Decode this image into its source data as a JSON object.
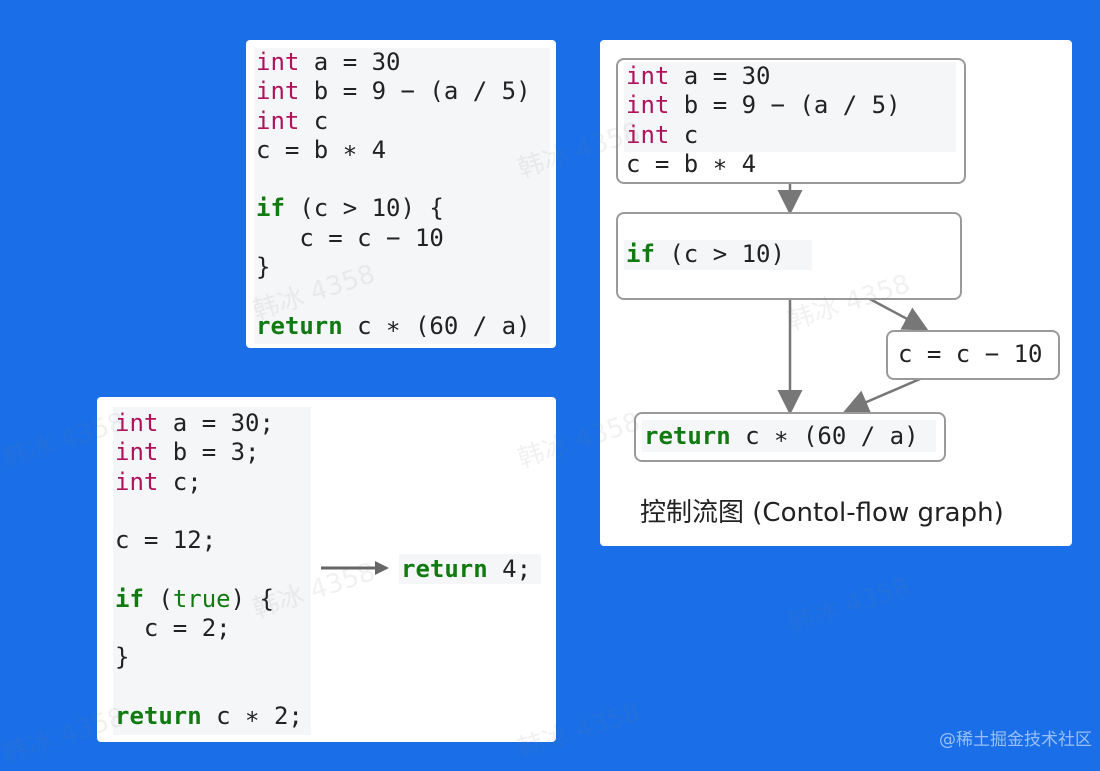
{
  "source": {
    "lines": [
      {
        "parts": [
          {
            "t": "int",
            "c": "kw"
          },
          {
            "t": " a = 30",
            "c": ""
          }
        ]
      },
      {
        "parts": [
          {
            "t": "int",
            "c": "kw"
          },
          {
            "t": " b = 9 − (a / 5)",
            "c": ""
          }
        ]
      },
      {
        "parts": [
          {
            "t": "int",
            "c": "kw"
          },
          {
            "t": " c",
            "c": ""
          }
        ]
      },
      {
        "parts": [
          {
            "t": "c = b ∗ 4",
            "c": ""
          }
        ]
      },
      {
        "parts": []
      },
      {
        "parts": [
          {
            "t": "if",
            "c": "kg"
          },
          {
            "t": " (c > 10) {",
            "c": ""
          }
        ]
      },
      {
        "parts": [
          {
            "t": "   c = c − 10",
            "c": ""
          }
        ]
      },
      {
        "parts": [
          {
            "t": "}",
            "c": ""
          }
        ]
      },
      {
        "parts": []
      },
      {
        "parts": [
          {
            "t": "return",
            "c": "kg"
          },
          {
            "t": " c ∗ (60 / a)",
            "c": ""
          }
        ]
      }
    ]
  },
  "optimized": {
    "lines": [
      {
        "parts": [
          {
            "t": "int",
            "c": "kw"
          },
          {
            "t": " a = 30;",
            "c": ""
          }
        ]
      },
      {
        "parts": [
          {
            "t": "int",
            "c": "kw"
          },
          {
            "t": " b = 3;",
            "c": ""
          }
        ]
      },
      {
        "parts": [
          {
            "t": "int",
            "c": "kw"
          },
          {
            "t": " c;",
            "c": ""
          }
        ]
      },
      {
        "parts": []
      },
      {
        "parts": [
          {
            "t": "c = 12;",
            "c": ""
          }
        ]
      },
      {
        "parts": []
      },
      {
        "parts": [
          {
            "t": "if",
            "c": "kg"
          },
          {
            "t": " (",
            "c": ""
          },
          {
            "t": "true",
            "c": "lit"
          },
          {
            "t": ") {",
            "c": ""
          }
        ]
      },
      {
        "parts": [
          {
            "t": "  c = 2;",
            "c": ""
          }
        ]
      },
      {
        "parts": [
          {
            "t": "}",
            "c": ""
          }
        ]
      },
      {
        "parts": []
      },
      {
        "parts": [
          {
            "t": "return",
            "c": "kg"
          },
          {
            "t": " c ∗ 2;",
            "c": ""
          }
        ]
      }
    ],
    "result": [
      {
        "t": "return",
        "c": "kg"
      },
      {
        "t": " 4;",
        "c": ""
      }
    ]
  },
  "cfg": {
    "block1": [
      [
        {
          "t": "int",
          "c": "kw"
        },
        {
          "t": " a = 30",
          "c": ""
        }
      ],
      [
        {
          "t": "int",
          "c": "kw"
        },
        {
          "t": " b = 9 − (a / 5)",
          "c": ""
        }
      ],
      [
        {
          "t": "int",
          "c": "kw"
        },
        {
          "t": " c",
          "c": ""
        }
      ],
      [
        {
          "t": "c = b ∗ 4",
          "c": ""
        }
      ]
    ],
    "block2": [
      {
        "t": "if",
        "c": "kg"
      },
      {
        "t": " (c > 10)",
        "c": ""
      }
    ],
    "block3": [
      {
        "t": "c = c − 10",
        "c": ""
      }
    ],
    "block4": [
      {
        "t": "return",
        "c": "kg"
      },
      {
        "t": " c ∗ (60 / a)",
        "c": ""
      }
    ],
    "caption": "控制流图 (Contol-flow graph)"
  },
  "watermark": "韩冰 4358",
  "footer": "@稀土掘金技术社区"
}
